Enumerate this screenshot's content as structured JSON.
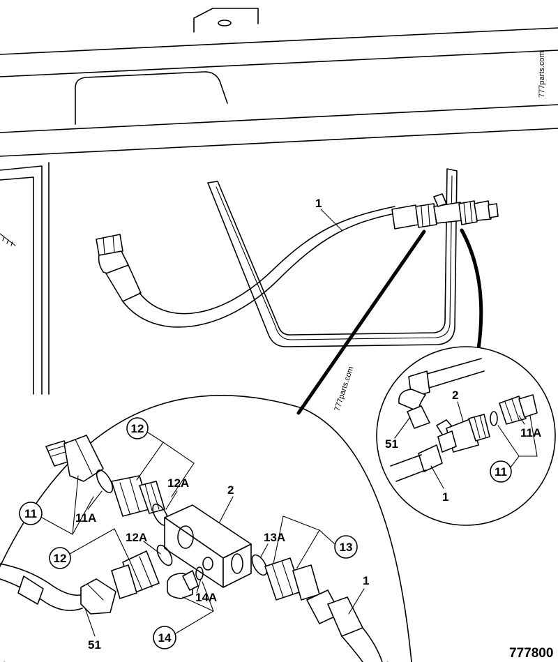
{
  "watermarks": [
    "777parts.com",
    "777parts.com"
  ],
  "drawing_number": "777800",
  "labels": {
    "main_hose": "1",
    "detail_left": {
      "c12_top": "12",
      "c12a_top": "12A",
      "c2": "2",
      "c11": "11",
      "c11a": "11A",
      "c12a_mid": "12A",
      "c13a": "13A",
      "c13": "13",
      "c12_mid": "12",
      "c14a": "14A",
      "c1": "1",
      "c14": "14",
      "c51": "51"
    },
    "detail_right": {
      "c2": "2",
      "c51": "51",
      "c11a": "11A",
      "c11": "11",
      "c1": "1"
    }
  }
}
